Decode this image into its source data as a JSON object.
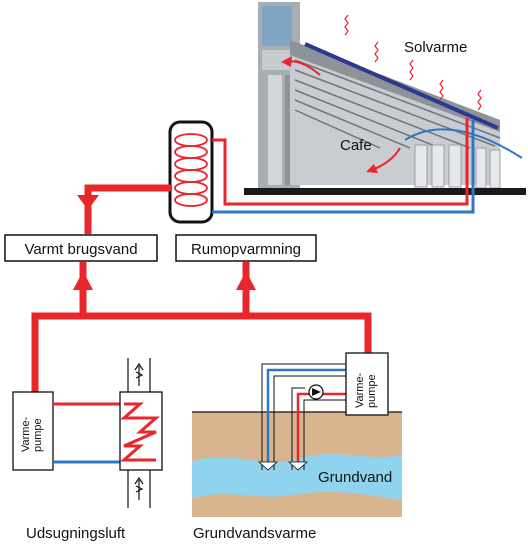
{
  "labels": {
    "solar": "Solvarme",
    "cafe": "Cafe",
    "hot_water": "Varmt brugsvand",
    "space_heating": "Rumopvarmning",
    "heat_pump_left_line1": "Varme-",
    "heat_pump_left_line2": "pumpe",
    "heat_pump_right_line1": "Varme-",
    "heat_pump_right_line2": "pumpe",
    "groundwater": "Grundvand",
    "exhaust_air": "Udsugningsluft",
    "groundwater_heat": "Grundvandsvarme"
  },
  "colors": {
    "hot": "#e8262b",
    "cold": "#2b78c8",
    "panel": "#2b3a8f",
    "soil": "#d9b58f",
    "water": "#8fd3ee",
    "building": "#b8bcc2"
  }
}
